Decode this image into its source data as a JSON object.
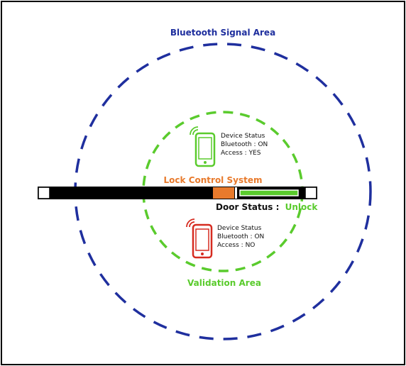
{
  "titles": {
    "bluetooth_area": "Bluetooth Signal Area",
    "lock_control": "Lock Control System",
    "validation_area": "Validation Area"
  },
  "door": {
    "label": "Door Status :",
    "value": "Unlock"
  },
  "devices": [
    {
      "name": "authorized-device",
      "color": "#5acb2d",
      "status_title": "Device Status",
      "bluetooth": "Bluetooth : ON",
      "access": "Access : YES"
    },
    {
      "name": "unauthorized-device",
      "color": "#d62b20",
      "status_title": "Device Status",
      "bluetooth": "Bluetooth : ON",
      "access": "Access : NO"
    }
  ],
  "colors": {
    "bluetooth_circle": "#1f2f9e",
    "validation_circle": "#5acb2d",
    "lock_block": "#e87a2c",
    "door_bar": "#5acb2d",
    "track": "#000000"
  }
}
